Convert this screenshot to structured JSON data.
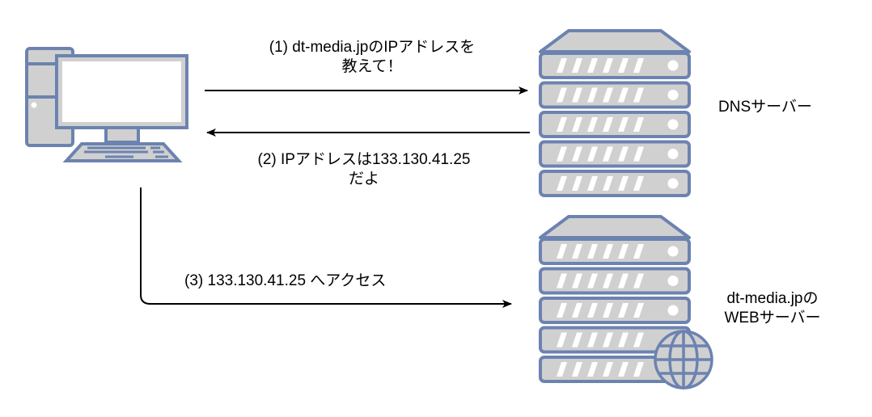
{
  "colors": {
    "stroke": "#6c83b0",
    "fill": "#d0d0d0",
    "arrow": "#000000",
    "background": "#ffffff"
  },
  "nodes": {
    "client": {
      "icon": "desktop-computer-icon"
    },
    "dns_server": {
      "icon": "server-rack-icon",
      "label": "DNSサーバー"
    },
    "web_server": {
      "icon": "web-server-icon",
      "label_line1": "dt-media.jpの",
      "label_line2": "WEBサーバー"
    }
  },
  "edges": [
    {
      "id": "step1",
      "from": "client",
      "to": "dns_server",
      "label_line1": "(1) dt-media.jpのIPアドレスを",
      "label_line2": "教えて！"
    },
    {
      "id": "step2",
      "from": "dns_server",
      "to": "client",
      "label_line1": "(2) IPアドレスは133.130.41.25",
      "label_line2": "だよ"
    },
    {
      "id": "step3",
      "from": "client",
      "to": "web_server",
      "label_line1": "(3) 133.130.41.25 へアクセス"
    }
  ]
}
